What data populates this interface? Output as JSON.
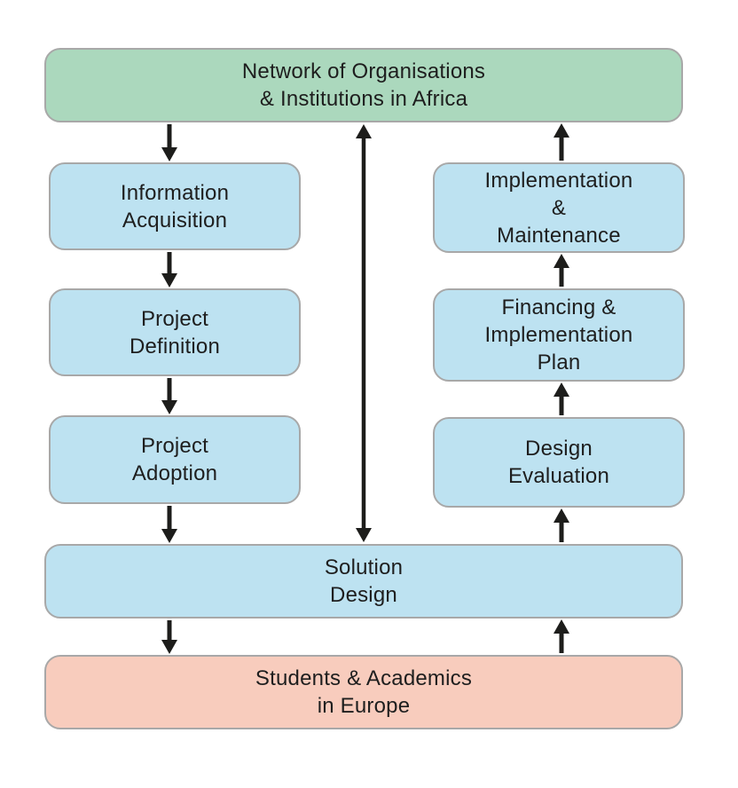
{
  "diagram": {
    "colors": {
      "canvas": "#ffffff",
      "africa_fill": "#abd8bd",
      "process_fill": "#bde2f1",
      "europe_fill": "#f8ccbd",
      "border": "#a8a8a8",
      "arrow": "#1d1d1b",
      "text": "#1e1e1e"
    },
    "nodes": {
      "network_africa": {
        "label": "Network of Organisations & Institutions in Africa",
        "lines": [
          "Network of Organisations",
          "& Institutions in Africa"
        ]
      },
      "information_acquisition": {
        "label": "Information Acquisition",
        "lines": [
          "Information",
          "Acquisition"
        ]
      },
      "project_definition": {
        "label": "Project Definition",
        "lines": [
          "Project",
          "Definition"
        ]
      },
      "project_adoption": {
        "label": "Project Adoption",
        "lines": [
          "Project",
          "Adoption"
        ]
      },
      "implementation_maintenance": {
        "label": "Implementation & Maintenance",
        "lines": [
          "Implementation",
          "&",
          "Maintenance"
        ]
      },
      "financing_implementation_plan": {
        "label": "Financing & Implementation Plan",
        "lines": [
          "Financing &",
          "Implementation",
          "Plan"
        ]
      },
      "design_evaluation": {
        "label": "Design Evaluation",
        "lines": [
          "Design",
          "Evaluation"
        ]
      },
      "solution_design": {
        "label": "Solution Design",
        "lines": [
          "Solution",
          "Design"
        ]
      },
      "students_europe": {
        "label": "Students & Academics in Europe",
        "lines": [
          "Students & Academics",
          "in Europe"
        ]
      }
    },
    "edges": [
      {
        "from": "network_africa",
        "to": "information_acquisition",
        "direction": "down"
      },
      {
        "from": "information_acquisition",
        "to": "project_definition",
        "direction": "down"
      },
      {
        "from": "project_definition",
        "to": "project_adoption",
        "direction": "down"
      },
      {
        "from": "project_adoption",
        "to": "solution_design",
        "direction": "down"
      },
      {
        "from": "solution_design",
        "to": "students_europe",
        "direction": "down"
      },
      {
        "from": "network_africa",
        "to": "solution_design",
        "direction": "both"
      },
      {
        "from": "students_europe",
        "to": "solution_design",
        "direction": "up"
      },
      {
        "from": "solution_design",
        "to": "design_evaluation",
        "direction": "up"
      },
      {
        "from": "design_evaluation",
        "to": "financing_implementation_plan",
        "direction": "up"
      },
      {
        "from": "financing_implementation_plan",
        "to": "implementation_maintenance",
        "direction": "up"
      },
      {
        "from": "implementation_maintenance",
        "to": "network_africa",
        "direction": "up"
      }
    ]
  }
}
